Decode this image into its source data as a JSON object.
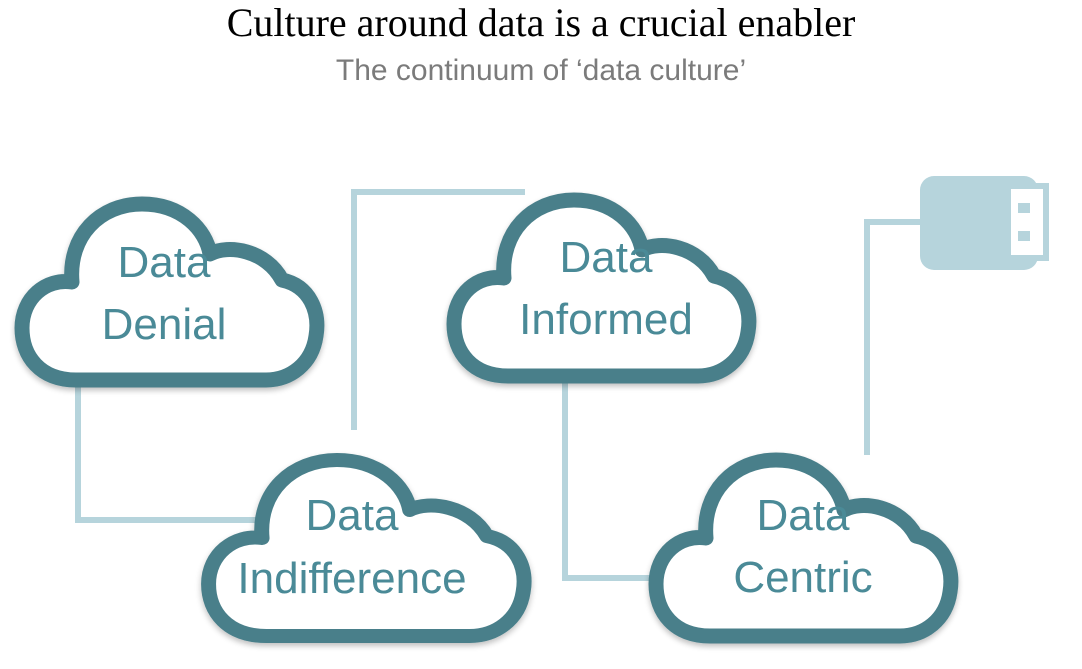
{
  "title": "Culture around data is a crucial enabler",
  "subtitle": "The continuum of ‘data culture’",
  "colors": {
    "cloud_stroke": "#4a7f8a",
    "cloud_fill": "#ffffff",
    "connector": "#b6d4dc",
    "plug": "#b6d4dc",
    "label": "#4a8a97"
  },
  "clouds": [
    {
      "line1": "Data",
      "line2": "Denial"
    },
    {
      "line1": "Data",
      "line2": "Indifference"
    },
    {
      "line1": "Data",
      "line2": "Informed"
    },
    {
      "line1": "Data",
      "line2": "Centric"
    }
  ],
  "icons": {
    "plug": "usb-plug-icon"
  }
}
